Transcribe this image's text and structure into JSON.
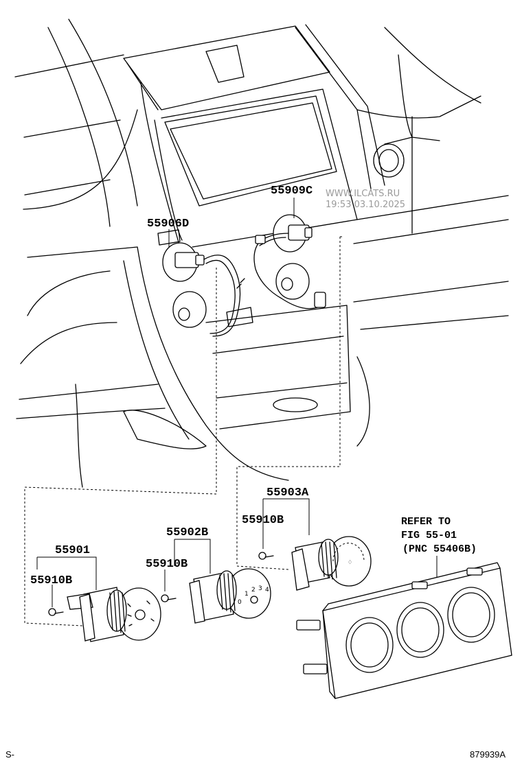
{
  "parts": {
    "p55909c": "55909C",
    "p55906d": "55906D",
    "p55903a": "55903A",
    "p55910b_a": "55910B",
    "p55902b": "55902B",
    "p55910b_b": "55910B",
    "p55901": "55901",
    "p55910b_c": "55910B"
  },
  "reference": {
    "line1": "REFER TO",
    "line2": "FIG 55-01",
    "line3": "(PNC 55406B)"
  },
  "watermark": {
    "site": "WWW.ILCATS.RU",
    "timestamp": "19:53 03.10.2025"
  },
  "footer": {
    "left_code": "S-",
    "figure_id": "879939A"
  },
  "knob_numbers": {
    "k0": "0",
    "k1": "1",
    "k2": "2",
    "k3": "3",
    "k4": "4"
  }
}
